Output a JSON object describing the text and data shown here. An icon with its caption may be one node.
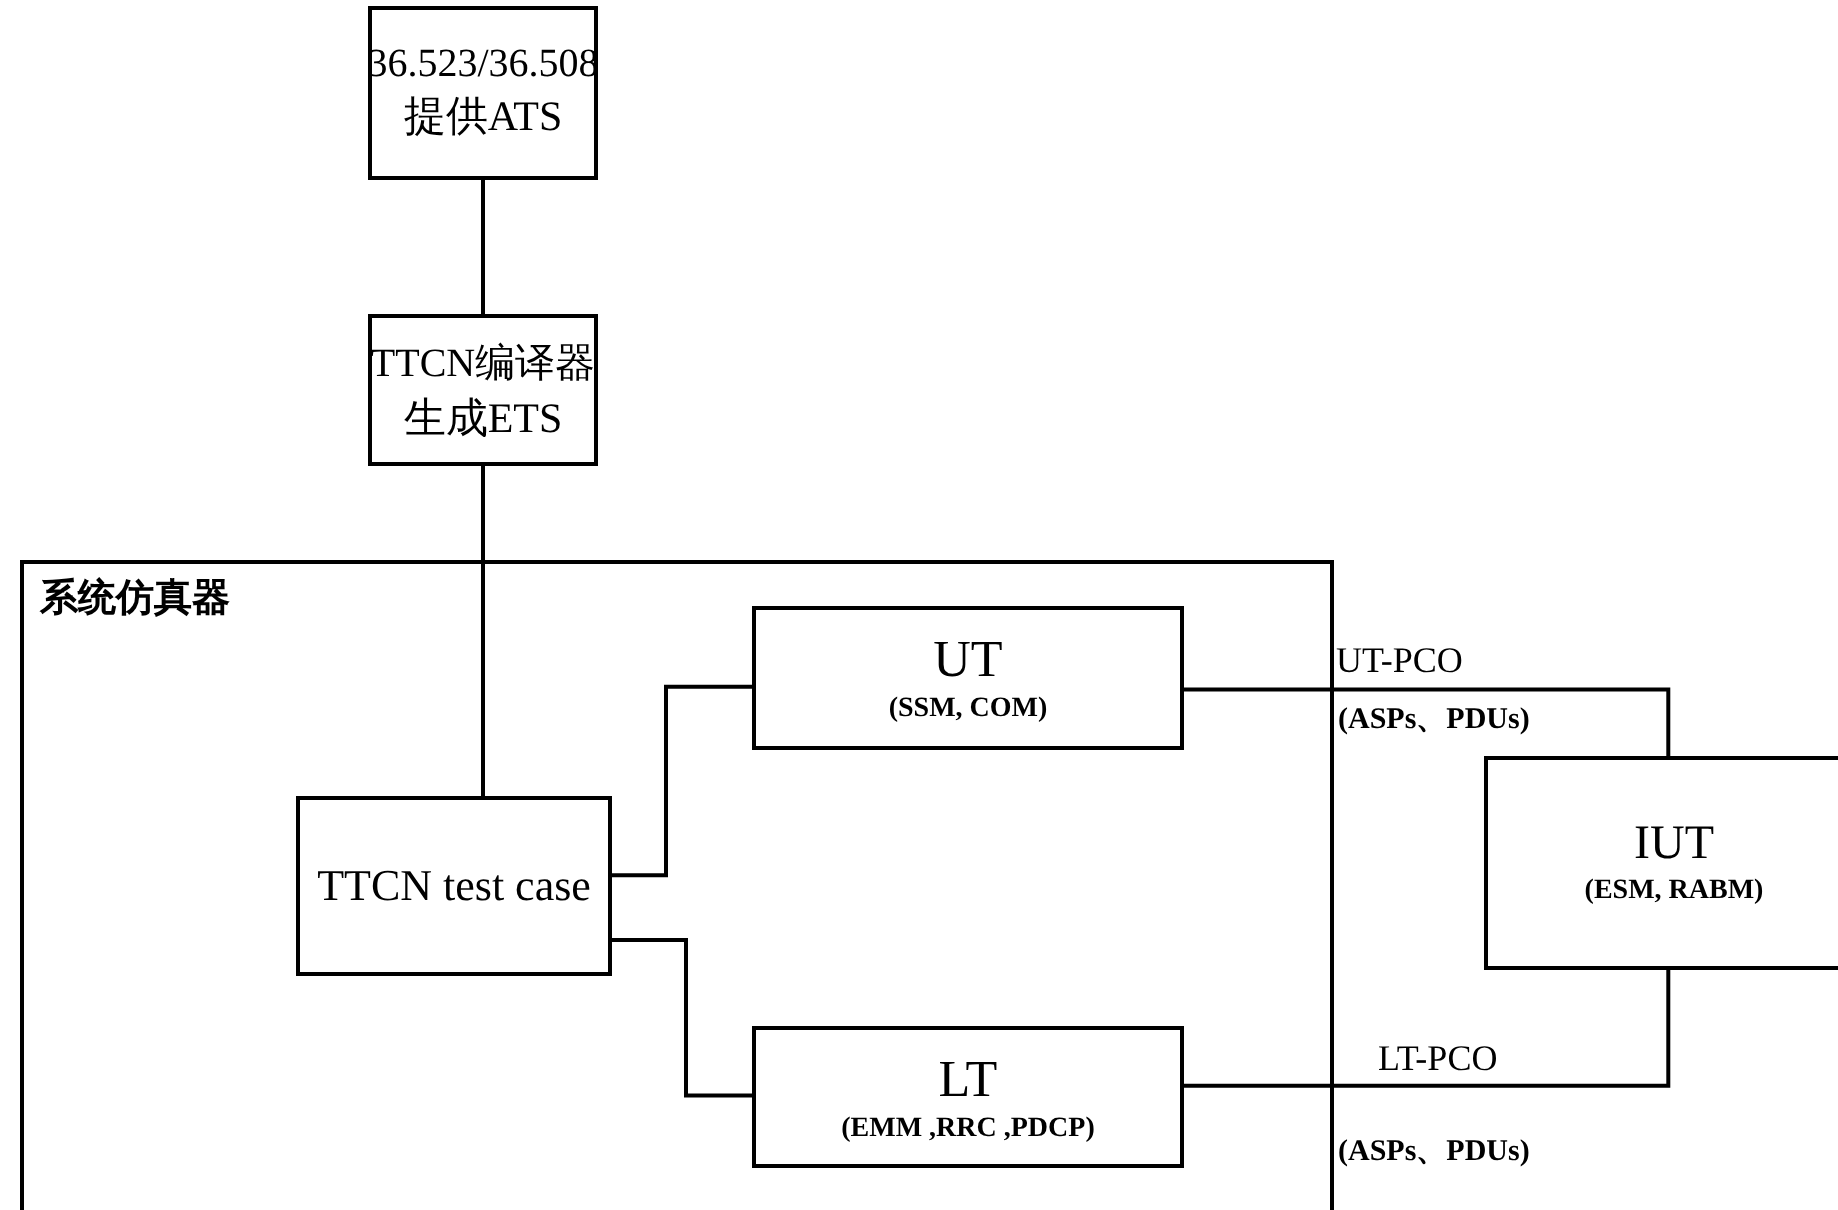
{
  "diagram": {
    "nodes": [
      {
        "text": [
          "36.523/36.508",
          "提供ATS"
        ]
      },
      {
        "text": [
          "TTCN编译器",
          "生成ETS"
        ]
      },
      {
        "text": [
          "系统仿真器"
        ]
      },
      {
        "text": [
          "TTCN test case"
        ],
        "in": 2
      },
      {
        "text": [
          "UT",
          "(SSM, COM)"
        ],
        "in": 2
      },
      {
        "text": [
          "LT",
          "(EMM ,RRC ,PDCP)"
        ],
        "in": 2
      },
      {
        "text": [
          "IUT",
          "(ESM, RABM)"
        ]
      }
    ],
    "edges": [
      {
        "from": 0,
        "to": 1,
        "arrow": "none"
      },
      {
        "from": 1,
        "to": 3,
        "arrow": "none"
      },
      {
        "from": 3,
        "to": 4,
        "arrow": "none"
      },
      {
        "from": 3,
        "to": 5,
        "arrow": "none"
      },
      {
        "from": 4,
        "to": 6,
        "arrow": "none",
        "label": "UT-PCO"
      },
      {
        "from": 5,
        "to": 6,
        "arrow": "none",
        "label": "LT-PCO"
      }
    ],
    "labels": [
      "(ASPs、PDUs)",
      "(ASPs、PDUs)"
    ]
  }
}
